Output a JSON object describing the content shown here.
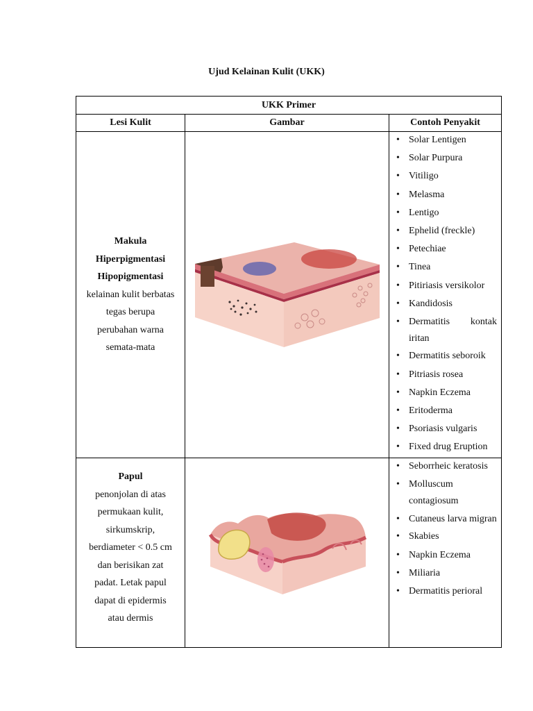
{
  "title": "Ujud Kelainan Kulit (UKK)",
  "table": {
    "section_header": "UKK Primer",
    "columns": [
      "Lesi Kulit",
      "Gambar",
      "Contoh Penyakit"
    ],
    "rows": [
      {
        "lesi_bold": [
          "Makula",
          "Hiperpigmentasi",
          "Hipopigmentasi"
        ],
        "lesi_desc": [
          "kelainan kulit berbatas",
          "tegas berupa",
          "perubahan warna",
          "semata-mata"
        ],
        "image_icon": "skin-macula-illustration",
        "contoh": [
          "Solar Lentigen",
          "Solar Purpura",
          "Vitiligo",
          "Melasma",
          "Lentigo",
          "Ephelid (freckle)",
          "Petechiae",
          "Tinea",
          "Pitiriasis versikolor",
          "Kandidosis",
          "Dermatitis kontak iritan",
          "Dermatitis seboroik",
          "Pitriasis rosea",
          "Napkin Eczema",
          "Eritoderma",
          "Psoriasis vulgaris",
          "Fixed drug Eruption"
        ]
      },
      {
        "lesi_bold": [
          "Papul"
        ],
        "lesi_desc": [
          "penonjolan di atas",
          "permukaan kulit,",
          "sirkumskrip,",
          "berdiameter < 0.5 cm",
          "dan berisikan zat",
          "padat. Letak papul",
          "dapat di epidermis",
          "atau dermis"
        ],
        "image_icon": "skin-papule-illustration",
        "contoh": [
          "Seborrheic keratosis",
          "Molluscum contagiosum",
          "Cutaneus larva migran",
          "Skabies",
          "Napkin Eczema",
          "Miliaria",
          "Dermatitis perioral"
        ]
      }
    ]
  },
  "colors": {
    "skin_top": "#e8a8a0",
    "skin_side": "#f6cfc4",
    "epidermis_band": "#c8505a",
    "macule_dark": "#5a3a2e",
    "macule_blue": "#6a6aa8",
    "macule_red": "#c84040"
  }
}
